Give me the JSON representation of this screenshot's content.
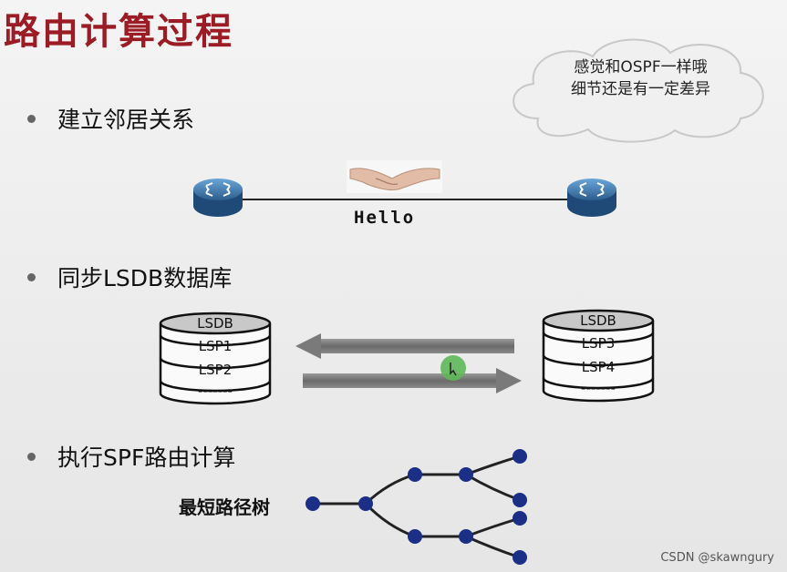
{
  "title": "路由计算过程",
  "cloud_text": [
    "感觉和OSPF一样哦",
    "细节还是有一定差异"
  ],
  "bullets": [
    "建立邻居关系",
    "同步LSDB数据库",
    "执行SPF路由计算"
  ],
  "hello_label": "Hello",
  "lsdb_left": [
    "LSDB",
    "LSP1",
    "LSP2",
    "-------"
  ],
  "lsdb_right": [
    "LSDB",
    "LSP3",
    "LSP4",
    "-------"
  ],
  "tree_label": "最短路径树",
  "watermark": "CSDN @skawngury",
  "colors": {
    "title": "#9b1c24",
    "node": "#1c2f86",
    "router": "#24517d",
    "arrow": "#7a7a7a",
    "cursor": "#5fb85a"
  },
  "icons": [
    "router-icon",
    "handshake-icon",
    "database-icon",
    "arrow-left-icon",
    "arrow-right-icon",
    "cursor-icon"
  ]
}
